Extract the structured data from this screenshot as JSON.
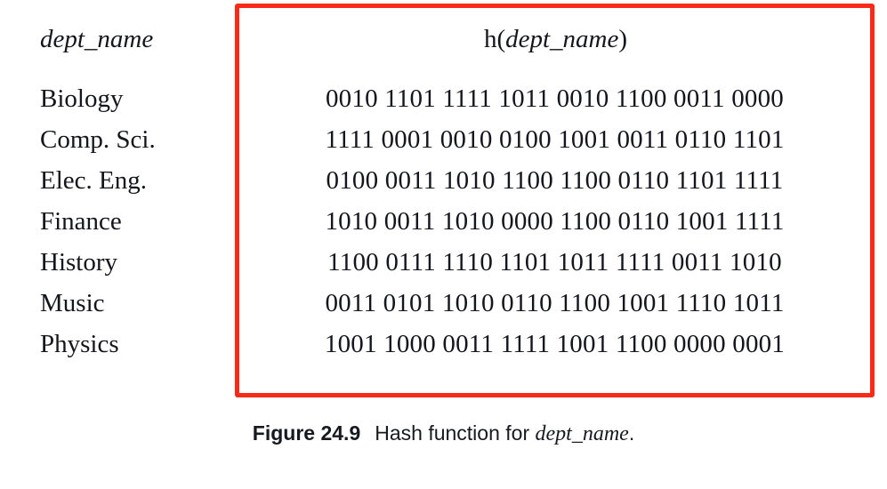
{
  "figure": {
    "columns": {
      "dept_name_header": "dept_name",
      "hash_header_fn": "h(",
      "hash_header_arg": "dept_name",
      "hash_header_close": ")",
      "hash_header_full": "h(dept_name)"
    },
    "rows": [
      {
        "dept_name": "Biology",
        "hash": "0010 1101 1111 1011 0010 1100 0011 0000"
      },
      {
        "dept_name": "Comp. Sci.",
        "hash": "1111 0001 0010 0100 1001 0011 0110 1101"
      },
      {
        "dept_name": "Elec. Eng.",
        "hash": "0100 0011 1010 1100 1100 0110 1101 1111"
      },
      {
        "dept_name": "Finance",
        "hash": "1010 0011 1010 0000 1100 0110 1001 1111"
      },
      {
        "dept_name": "History",
        "hash": "1100 0111 1110 1101 1011 1111 0011 1010"
      },
      {
        "dept_name": "Music",
        "hash": "0011 0101 1010 0110 1100 1001 1110 1011"
      },
      {
        "dept_name": "Physics",
        "hash": "1001 1000 0011 1111 1001 1100 0000 0001"
      }
    ],
    "highlight": {
      "color": "#f92a18",
      "target": "hash-value-column"
    },
    "caption": {
      "label": "Figure 24.9",
      "text": "Hash function for ",
      "variable": "dept_name",
      "terminator": ".",
      "full": "Figure 24.9  Hash function for dept_name."
    }
  }
}
